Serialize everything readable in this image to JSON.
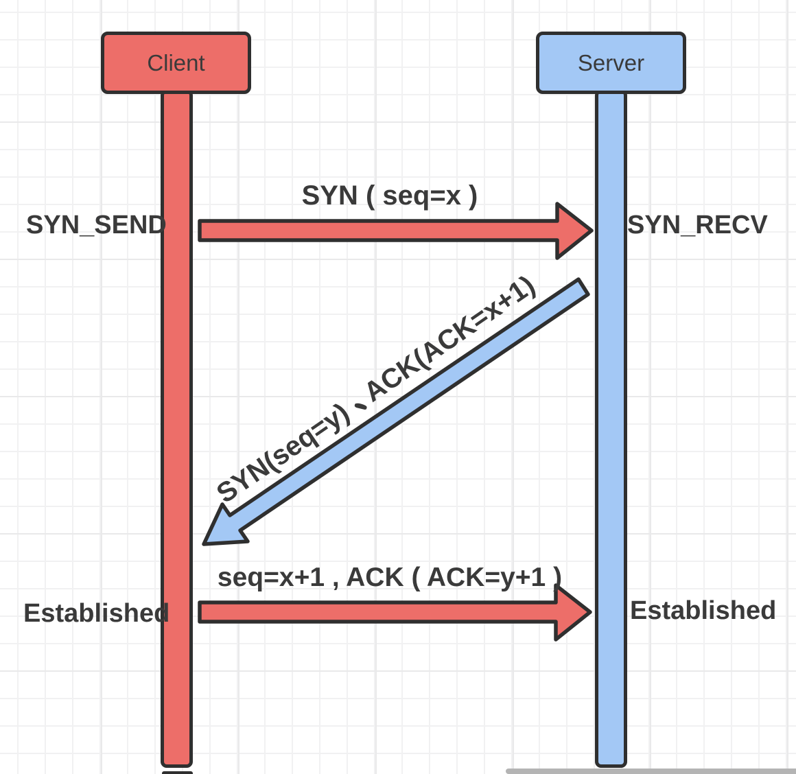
{
  "colors": {
    "client_red": "#ed6e69",
    "server_blue": "#a3c8f5",
    "outline_ink": "#2f2f2f",
    "text": "#3a3a3a",
    "grid_minor": "#f1f1f2",
    "grid_major": "#e9e9ea",
    "scrollbar_gray": "#b4b4b4"
  },
  "actors": {
    "client": {
      "label": "Client"
    },
    "server": {
      "label": "Server"
    }
  },
  "states": {
    "client_syn": "SYN_SEND",
    "server_syn": "SYN_RECV",
    "client_established": "Established",
    "server_established": "Established"
  },
  "messages": {
    "syn": {
      "label": "SYN ( seq=x )",
      "direction": "client-to-server"
    },
    "synack": {
      "label_part1": "SYN(seq=y)",
      "separator": "、",
      "label_part2": "ACK(ACK=x+1)",
      "direction": "server-to-client"
    },
    "ack": {
      "label": "seq=x+1 , ACK ( ACK=y+1 )",
      "direction": "client-to-server"
    }
  }
}
